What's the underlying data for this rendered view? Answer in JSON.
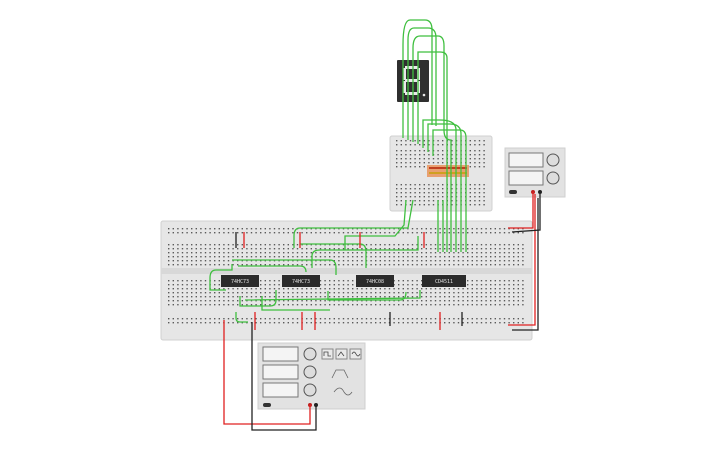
{
  "chips": [
    {
      "id": "u1",
      "label": "74HC73"
    },
    {
      "id": "u2",
      "label": "74HC73"
    },
    {
      "id": "u3",
      "label": "74HC08"
    },
    {
      "id": "u4",
      "label": "CD4511"
    }
  ],
  "display": {
    "digit": "8",
    "type": "7-segment"
  },
  "colors": {
    "wire_signal": "#3fbf3f",
    "wire_power": "#e02020",
    "wire_ground": "#222222",
    "breadboard": "#e6e6e6",
    "chip": "#2b2b2b"
  },
  "instruments": {
    "power_supply": {
      "name": "power-supply"
    },
    "function_generator": {
      "name": "function-generator"
    }
  }
}
